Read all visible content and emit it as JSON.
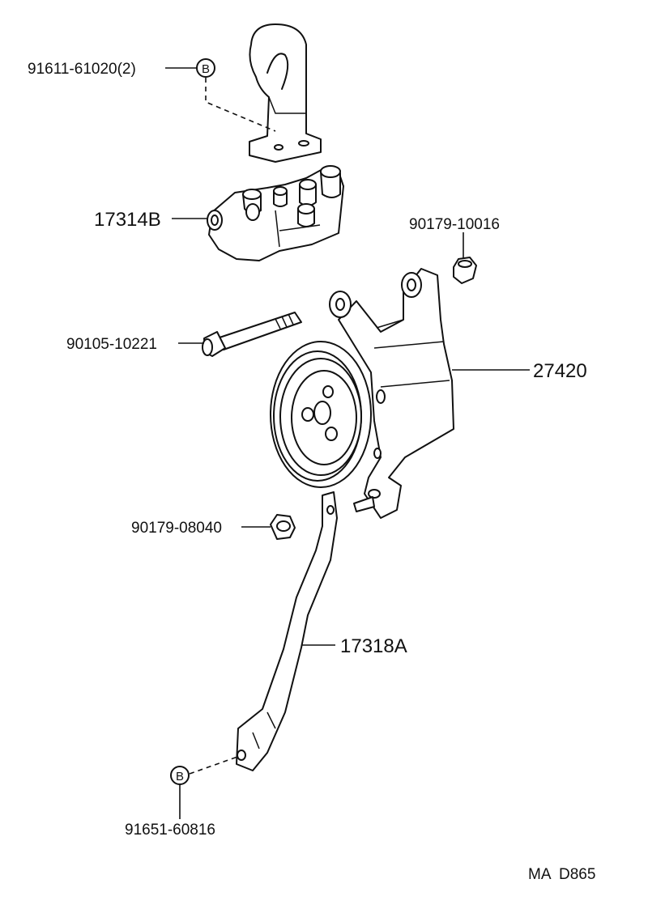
{
  "labels": {
    "bracket_bolt": "91611-61020(2)",
    "bracket_upper": "17314B",
    "nut_upper": "90179-10016",
    "through_bolt": "90105-10221",
    "pump_assembly": "27420",
    "nut_lower": "90179-08040",
    "bracket_lower": "17318A",
    "lower_bolt": "91651-60816",
    "marker_b": "B",
    "diagram_code": "MA  D865"
  }
}
